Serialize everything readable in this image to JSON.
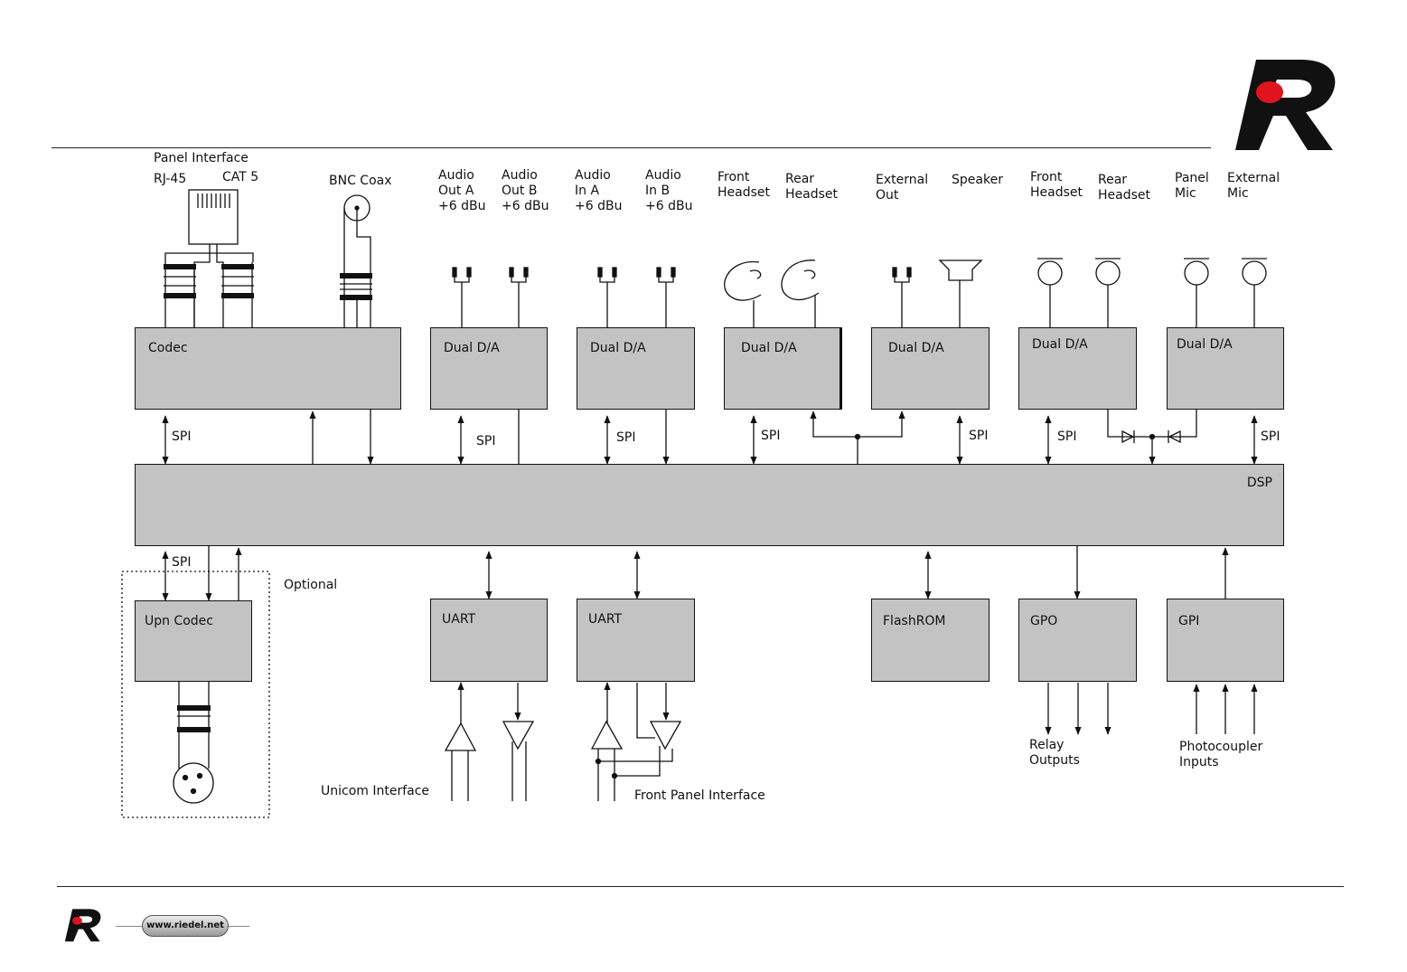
{
  "header": {
    "panel_interface": "Panel Interface",
    "rj45": "RJ-45",
    "cat5": "CAT 5",
    "bnc_coax": "BNC  Coax"
  },
  "top_labels": {
    "audio_out_a": "Audio\nOut A\n+6 dBu",
    "audio_out_b": "Audio\nOut B\n+6 dBu",
    "audio_in_a": "Audio\nIn A\n+6 dBu",
    "audio_in_b": "Audio\nIn B\n+6 dBu",
    "front_headset_1": "Front\nHeadset",
    "rear_headset_1": "Rear\nHeadset",
    "external_out": "External\nOut",
    "speaker": "Speaker",
    "front_headset_2": "Front\nHeadset",
    "rear_headset_2": "Rear\nHeadset",
    "panel_mic": "Panel\nMic",
    "external_mic": "External\nMic"
  },
  "blocks": {
    "codec": "Codec",
    "dual_da_1": "Dual D/A",
    "dual_da_2": "Dual D/A",
    "dual_da_3": "Dual D/A",
    "dual_da_4": "Dual D/A",
    "dual_da_5": "Dual D/A",
    "dual_da_6": "Dual D/A",
    "dsp": "DSP",
    "upn_codec": "Upn Codec",
    "uart_1": "UART",
    "uart_2": "UART",
    "flashrom": "FlashROM",
    "gpo": "GPO",
    "gpi": "GPI"
  },
  "bus_labels": {
    "spi": "SPI"
  },
  "bottom_labels": {
    "optional": "Optional",
    "unicom_interface": "Unicom Interface",
    "front_panel_interface": "Front Panel Interface",
    "relay_outputs": "Relay\nOutputs",
    "photocoupler_inputs": "Photocoupler\nInputs"
  },
  "footer": {
    "url": "www.riedel.net"
  },
  "colors": {
    "box_fill": "#c3c3c3",
    "logo_black": "#111111",
    "logo_red": "#e0141e"
  }
}
